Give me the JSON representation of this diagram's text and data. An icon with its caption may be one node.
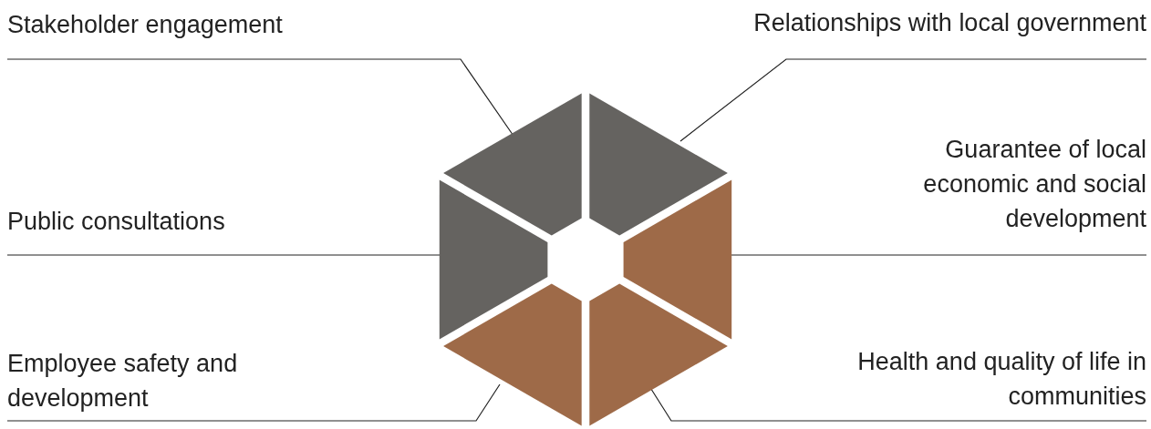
{
  "diagram": {
    "nodes": [
      {
        "text": [
          "Stakeholder engagement"
        ]
      },
      {
        "text": [
          "Relationships with local government"
        ]
      },
      {
        "text": [
          "Guarantee of local economic and social development"
        ]
      },
      {
        "text": [
          "Public consultations"
        ]
      },
      {
        "text": [
          "Employee safety and development"
        ]
      },
      {
        "text": [
          "Health and quality of life in communities"
        ]
      },
      {
        "text": [],
        "shape": "box"
      },
      {
        "text": [],
        "shape": "box"
      },
      {
        "text": [],
        "shape": "box"
      },
      {
        "text": [],
        "shape": "box"
      },
      {
        "text": [],
        "shape": "box"
      },
      {
        "text": [],
        "shape": "box"
      }
    ],
    "edges": [
      {
        "from": 0,
        "to": 6,
        "arrow": "none"
      },
      {
        "from": 1,
        "to": 7,
        "arrow": "none"
      },
      {
        "from": 2,
        "to": 9,
        "arrow": "none"
      },
      {
        "from": 3,
        "to": 8,
        "arrow": "none"
      },
      {
        "from": 4,
        "to": 10,
        "arrow": "none"
      },
      {
        "from": 5,
        "to": 11,
        "arrow": "none"
      }
    ]
  }
}
